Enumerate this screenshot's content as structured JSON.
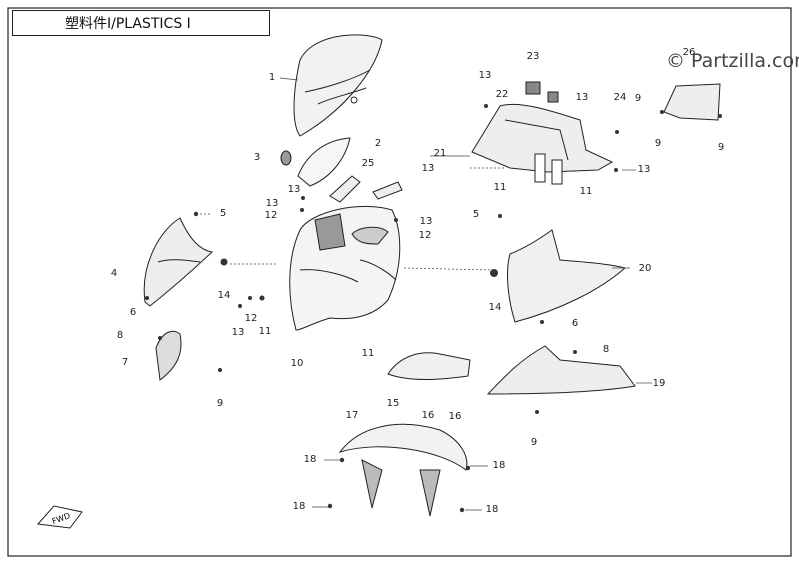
{
  "title": "塑料件Ⅰ/PLASTICS Ⅰ",
  "watermark": "© Partzilla.com",
  "fwd_label": "FWD",
  "callouts": [
    "1",
    "2",
    "3",
    "4",
    "5",
    "6",
    "7",
    "8",
    "9",
    "10",
    "11",
    "12",
    "13",
    "14",
    "15",
    "16",
    "17",
    "18",
    "19",
    "20",
    "21",
    "22",
    "23",
    "24",
    "25",
    "26"
  ]
}
